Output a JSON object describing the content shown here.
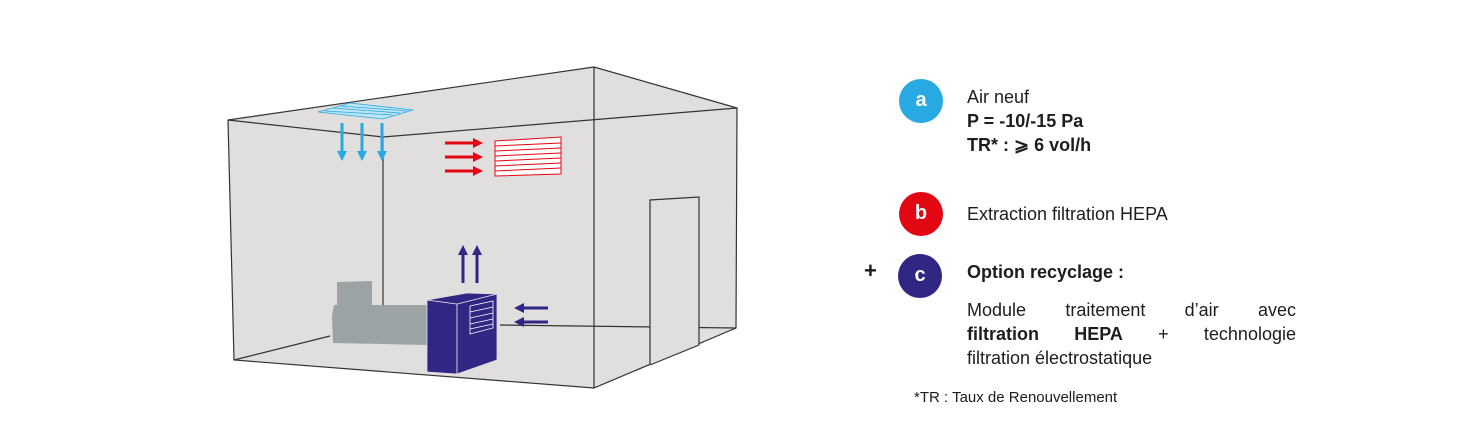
{
  "colors": {
    "a": "#29a9e1",
    "b": "#e30613",
    "c": "#302683",
    "room": "#e0dfde",
    "bed": "#9ca3a4"
  },
  "legend": {
    "a": {
      "letter": "a",
      "title": "Air neuf",
      "line2": "P = -10/-15 Pa",
      "line3": "TR* : ⩾ 6 vol/h"
    },
    "b": {
      "letter": "b",
      "title": "Extraction filtration HEPA"
    },
    "c": {
      "plus": "+",
      "letter": "c",
      "title": "Option recyclage :",
      "desc_line1": "Module traitement d’air avec",
      "desc_bold": "filtration HEPA",
      "desc_mid": "+ technologie",
      "desc_line3": "filtration électrostatique"
    }
  },
  "footnote": "*TR : Taux de Renouvellement"
}
